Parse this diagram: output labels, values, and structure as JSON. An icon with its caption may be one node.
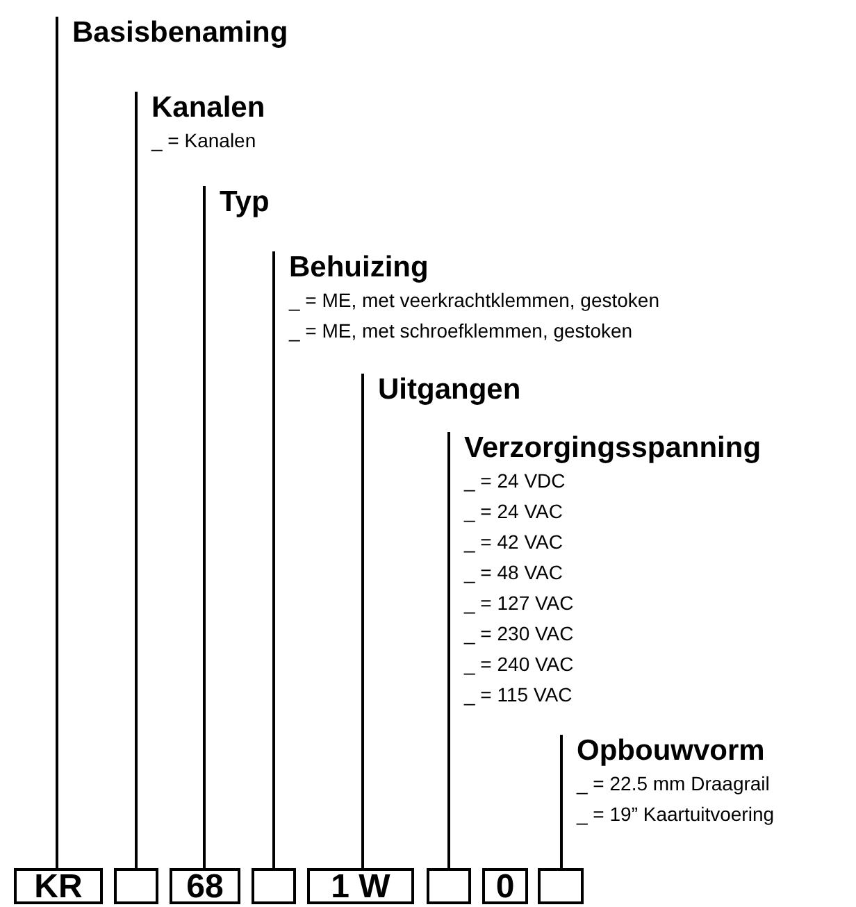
{
  "diagram": {
    "nodes": [
      {
        "text": [
          "Basisbenaming"
        ]
      },
      {
        "text": [
          "Kanalen",
          "_ = Kanalen"
        ]
      },
      {
        "text": [
          "Typ"
        ]
      },
      {
        "text": [
          "Behuizing",
          "_ = ME, met veerkrachtklemmen, gestoken",
          "_ = ME, met schroefklemmen, gestoken"
        ]
      },
      {
        "text": [
          "Uitgangen"
        ]
      },
      {
        "text": [
          "Verzorgingsspanning",
          "_ = 24 VDC",
          "_ = 24 VAC",
          "_ = 42 VAC",
          "_ = 48 VAC",
          "_ = 127 VAC",
          "_ = 230 VAC",
          "_ = 240 VAC",
          "_ = 115 VAC"
        ]
      },
      {
        "text": [
          "Opbouwvorm",
          "_ = 22.5 mm Draagrail",
          "_ = 19” Kaartuitvoering"
        ]
      },
      {
        "text": [
          "KR"
        ]
      },
      {
        "text": [],
        "shape": "box"
      },
      {
        "text": [
          "68"
        ]
      },
      {
        "text": [],
        "shape": "box"
      },
      {
        "text": [
          "1 W"
        ]
      },
      {
        "text": [],
        "shape": "box"
      },
      {
        "text": [
          "0"
        ]
      },
      {
        "text": [],
        "shape": "box"
      }
    ],
    "edges": [
      {
        "from": 7,
        "to": 0,
        "arrow": "none"
      },
      {
        "from": 8,
        "to": 1,
        "arrow": "none"
      },
      {
        "from": 9,
        "to": 2,
        "arrow": "none"
      },
      {
        "from": 10,
        "to": 3,
        "arrow": "none"
      },
      {
        "from": 11,
        "to": 4,
        "arrow": "none"
      },
      {
        "from": 12,
        "to": 5,
        "arrow": "none"
      },
      {
        "from": 14,
        "to": 6,
        "arrow": "none"
      }
    ]
  }
}
